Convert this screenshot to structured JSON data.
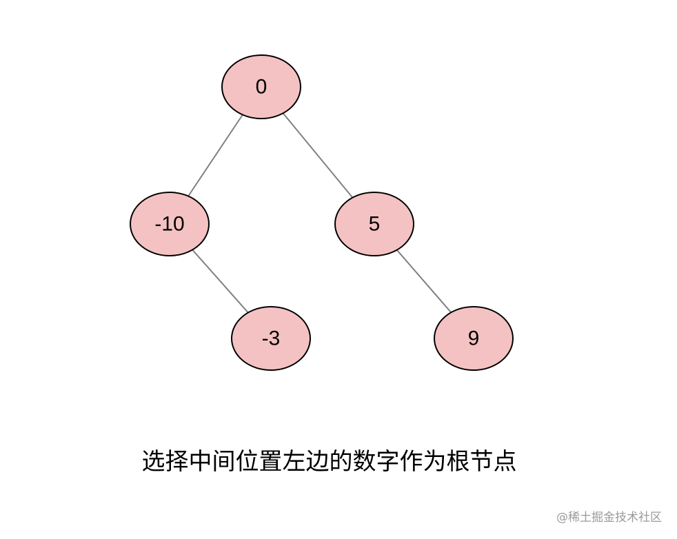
{
  "tree": {
    "nodes": [
      {
        "id": "n0",
        "label": "0"
      },
      {
        "id": "nm10",
        "label": "-10"
      },
      {
        "id": "n5",
        "label": "5"
      },
      {
        "id": "nm3",
        "label": "-3"
      },
      {
        "id": "n9",
        "label": "9"
      }
    ],
    "edges": [
      {
        "from": "n0",
        "to": "nm10"
      },
      {
        "from": "n0",
        "to": "n5"
      },
      {
        "from": "nm10",
        "to": "nm3"
      },
      {
        "from": "n5",
        "to": "n9"
      }
    ]
  },
  "caption": "选择中间位置左边的数字作为根节点",
  "watermark": "@稀土掘金技术社区",
  "colors": {
    "node_fill": "#f4c2c2",
    "node_stroke": "#000000",
    "edge": "#808080",
    "text": "#000000"
  }
}
